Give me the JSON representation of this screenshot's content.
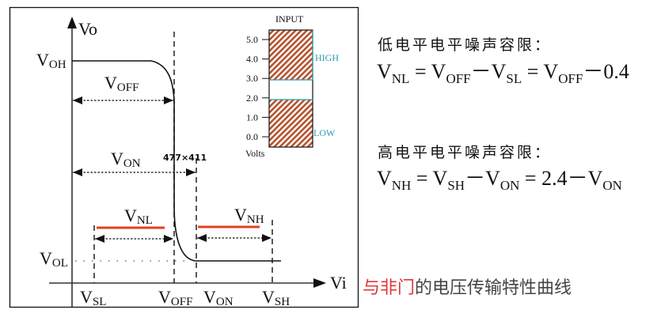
{
  "diagram": {
    "y_axis_label": "Vo",
    "x_axis_label": "Vi",
    "v_oh": {
      "main": "V",
      "sub": "OH"
    },
    "v_ol": {
      "main": "V",
      "sub": "OL"
    },
    "v_off_span": {
      "main": "V",
      "sub": "OFF"
    },
    "v_on_span": {
      "main": "V",
      "sub": "ON"
    },
    "v_nl": {
      "main": "V",
      "sub": "NL"
    },
    "v_nh": {
      "main": "V",
      "sub": "NH"
    },
    "x_ticks": [
      {
        "main": "V",
        "sub": "SL"
      },
      {
        "main": "V",
        "sub": "OFF"
      },
      {
        "main": "V",
        "sub": "ON"
      },
      {
        "main": "V",
        "sub": "SH"
      }
    ],
    "size_overlay": "477×411",
    "colors": {
      "noise_margin": "#e0401a",
      "line": "#111111"
    }
  },
  "input_gauge": {
    "title": "INPUT",
    "unit": "Volts",
    "ticks": [
      "5.0",
      "4.0",
      "3.0",
      "2.0",
      "1.0",
      "0.0"
    ],
    "high_label": "HIGH",
    "low_label": "LOW",
    "high_range_v": [
      3.0,
      5.5
    ],
    "low_range_v": [
      0.0,
      2.0
    ],
    "colors": {
      "hatch_fg": "#b5532e",
      "hatch_bg": "#ffffff",
      "label": "#2a9bb0"
    }
  },
  "formulas": {
    "low": {
      "title": "低电平电平噪声容限：",
      "parts": {
        "t1": "V",
        "s1": "NL",
        "eq1": " = V",
        "s2": "OFF",
        "minus1": "－V",
        "s3": "SL",
        "eq2": " = V",
        "s4": "OFF",
        "tail": "－0.4"
      }
    },
    "high": {
      "title": "高电平电平噪声容限：",
      "parts": {
        "t1": "V",
        "s1": "NH",
        "eq1": " = V",
        "s2": "SH",
        "minus1": "－V",
        "s3": "ON",
        "eq2": " = 2.4－V",
        "s4": "ON"
      }
    }
  },
  "caption": {
    "highlight": "与非门",
    "rest": "的电压传输特性曲线",
    "highlight_color": "#e0373a"
  }
}
